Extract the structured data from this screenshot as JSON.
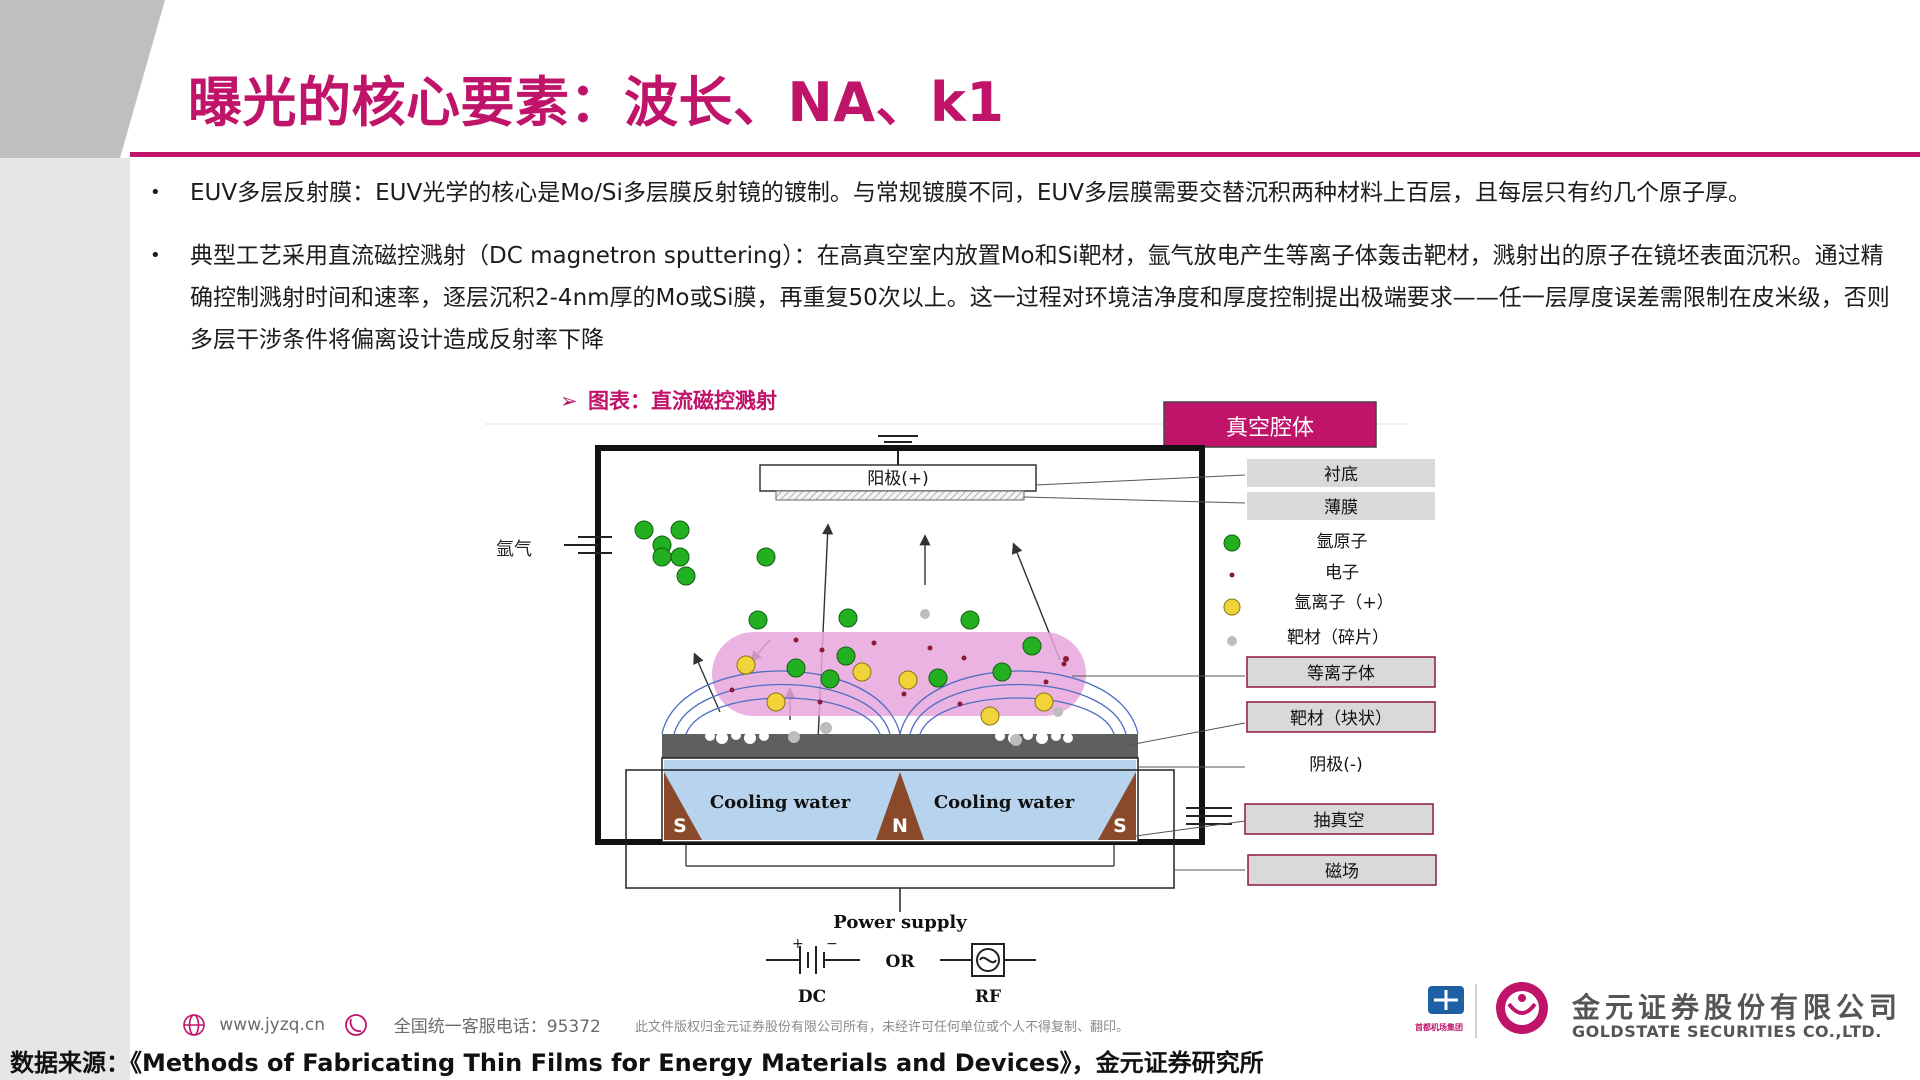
{
  "slide": {
    "title": "曝光的核心要素：波长、NA、k1",
    "bullets": [
      {
        "text": "EUV多层反射膜：EUV光学的核心是Mo/Si多层膜反射镜的镀制。与常规镀膜不同，EUV多层膜需要交替沉积两种材料上百层，且每层只有约几个原子厚。"
      },
      {
        "text": "典型工艺采用直流磁控溅射（DC magnetron sputtering）：在高真空室内放置Mo和Si靶材，氩气放电产生等离子体轰击靶材，溅射出的原子在镜坯表面沉积。通过精确控制溅射时间和速率，逐层沉积2-4nm厚的Mo或Si膜，再重复50次以上。这一过程对环境洁净度和厚度控制提出极端要求——任一层厚度误差需限制在皮米级，否则多层干涉条件将偏离设计造成反射率下降"
      }
    ],
    "bullet_glyph": "•"
  },
  "diagram": {
    "caption_marker": "➢",
    "caption": "图表：直流磁控溅射",
    "chamber_label": "真空腔体",
    "anode_label": "阳极(+)",
    "argon_inlet_label": "氩气",
    "cooling_water_left": "Cooling water",
    "cooling_water_right": "Cooling water",
    "magnet_s_left": "S",
    "magnet_n": "N",
    "magnet_s_right": "S",
    "power_supply": "Power supply",
    "or_label": "OR",
    "dc_label": "DC",
    "rf_label": "RF",
    "legend": {
      "substrate": "衬底",
      "film": "薄膜",
      "argon_atom": "氩原子",
      "electron": "电子",
      "argon_ion": "氩离子（+）",
      "target_fragment": "靶材（碎片）",
      "plasma": "等离子体",
      "target_bulk": "靶材（块状）",
      "cathode": "阴极(-)",
      "vacuum_pump": "抽真空",
      "magnetic_field": "磁场"
    },
    "colors": {
      "argon_atom": "#22b020",
      "argon_ion": "#f2d33a",
      "electron": "#8b1a3a",
      "fragment": "#bdbdbd",
      "plasma": "#e7a6dc",
      "cooling_water": "#b7d3ee",
      "magnet": "#8a4a2a",
      "accent": "#c0146b"
    }
  },
  "footer": {
    "website": "www.jyzq.cn",
    "hotline": "全国统一客服电话：95372",
    "copyright": "此文件版权归金元证券股份有限公司所有，未经许可任何单位或个人不得复制、翻印。",
    "source": "数据来源：《Methods of Fabricating Thin Films for Energy Materials and Devices》，金元证券研究所",
    "company_cn": "金元证券股份有限公司",
    "company_en": "GOLDSTATE SECURITIES CO.,LTD.",
    "airport_group": "首都机场集团"
  }
}
